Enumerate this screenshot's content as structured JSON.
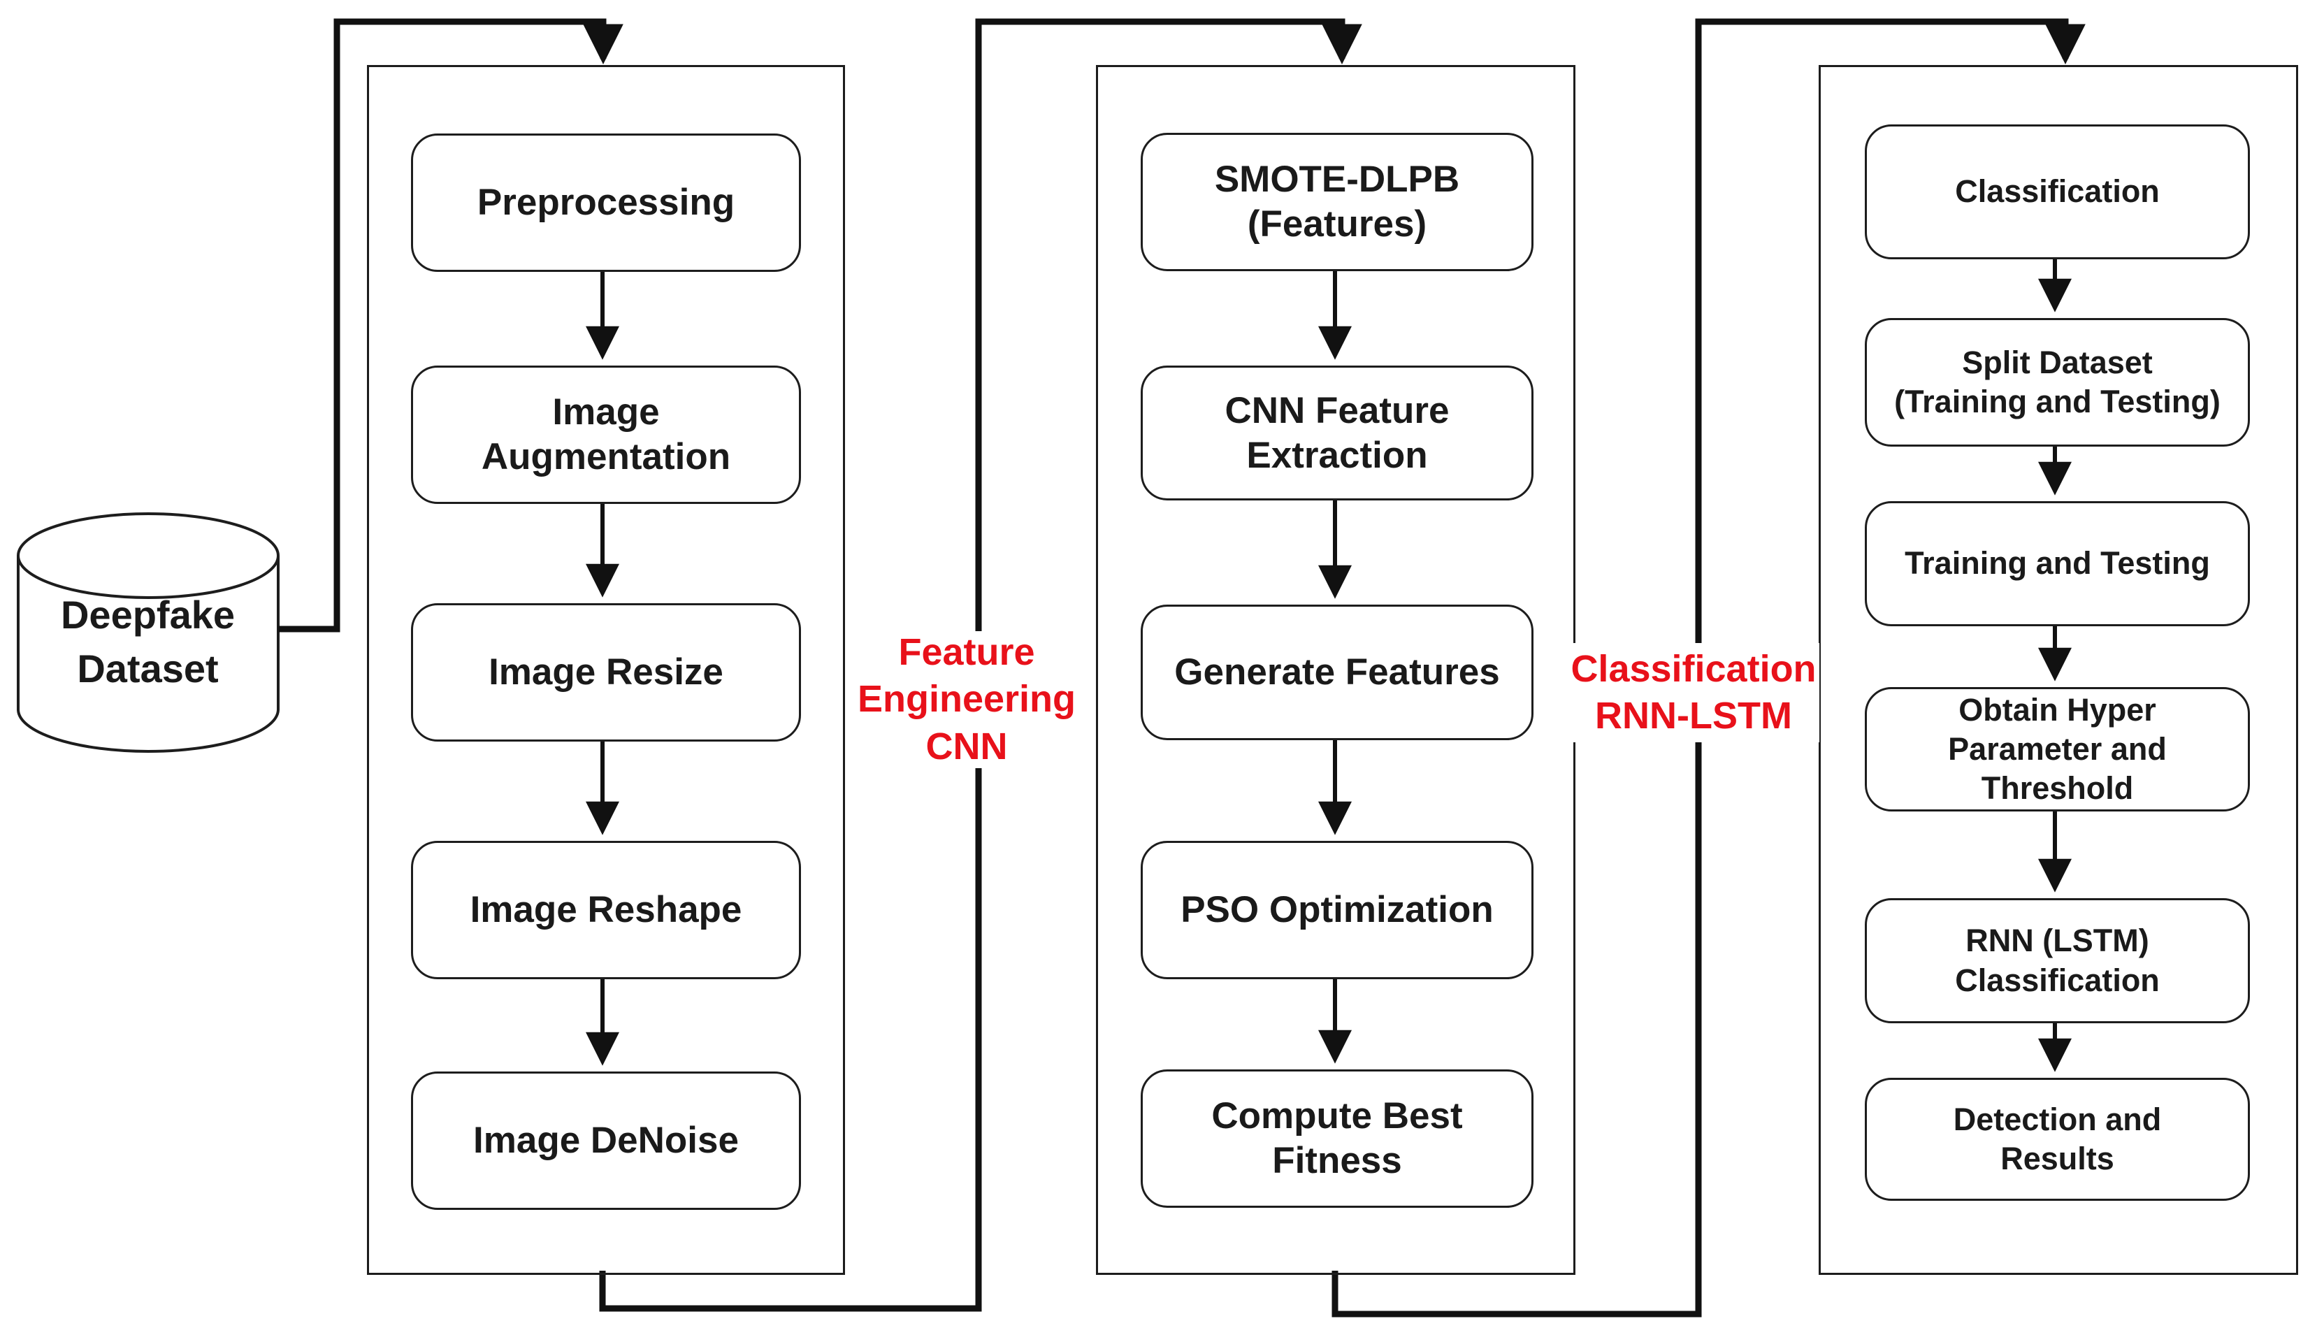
{
  "dataset": {
    "label": "Deepfake\nDataset"
  },
  "stages": [
    {
      "name": "preprocessing",
      "boxes": [
        "Preprocessing",
        "Image\nAugmentation",
        "Image Resize",
        "Image Reshape",
        "Image DeNoise"
      ]
    },
    {
      "name": "feature-engineering",
      "boxes": [
        "SMOTE-DLPB\n(Features)",
        "CNN Feature\nExtraction",
        "Generate Features",
        "PSO Optimization",
        "Compute Best\nFitness"
      ]
    },
    {
      "name": "classification",
      "boxes": [
        "Classification",
        "Split Dataset\n(Training and Testing)",
        "Training and Testing",
        "Obtain Hyper\nParameter and\nThreshold",
        "RNN (LSTM)\nClassification",
        "Detection and\nResults"
      ]
    }
  ],
  "edge_labels": [
    {
      "label": "Feature\nEngineering\nCNN"
    },
    {
      "label": "Classification\nRNN-LSTM"
    }
  ],
  "colors": {
    "label_red": "#e8111a",
    "line_black": "#111111"
  }
}
